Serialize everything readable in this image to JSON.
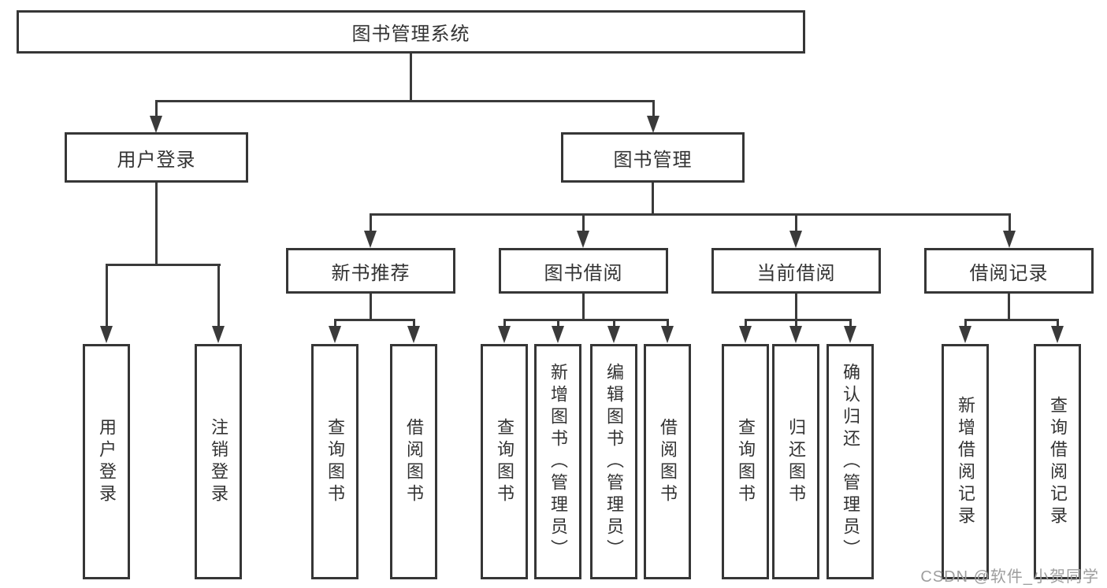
{
  "diagram": {
    "root": "图书管理系统",
    "level2": [
      "用户登录",
      "图书管理"
    ],
    "level3": [
      "新书推荐",
      "图书借阅",
      "当前借阅",
      "借阅记录"
    ],
    "leaves": {
      "user_login": [
        "用户登录",
        "注销登录"
      ],
      "new_book_recommendation": [
        "查询图书",
        "借阅图书"
      ],
      "book_borrowing": [
        "查询图书",
        "新增图书（管理员）",
        "编辑图书（管理员）",
        "借阅图书"
      ],
      "current_borrowing": [
        "查询图书",
        "归还图书",
        "确认归还（管理员）"
      ],
      "borrowing_records": [
        "新增借阅记录",
        "查询借阅记录"
      ]
    },
    "colors": {
      "line": "#3a3a3a",
      "box_border": "#363636",
      "text": "#333333",
      "watermark_text": "#9e9e9e",
      "background": "#ffffff"
    }
  },
  "watermark": "CSDN @软件_小贺同学"
}
